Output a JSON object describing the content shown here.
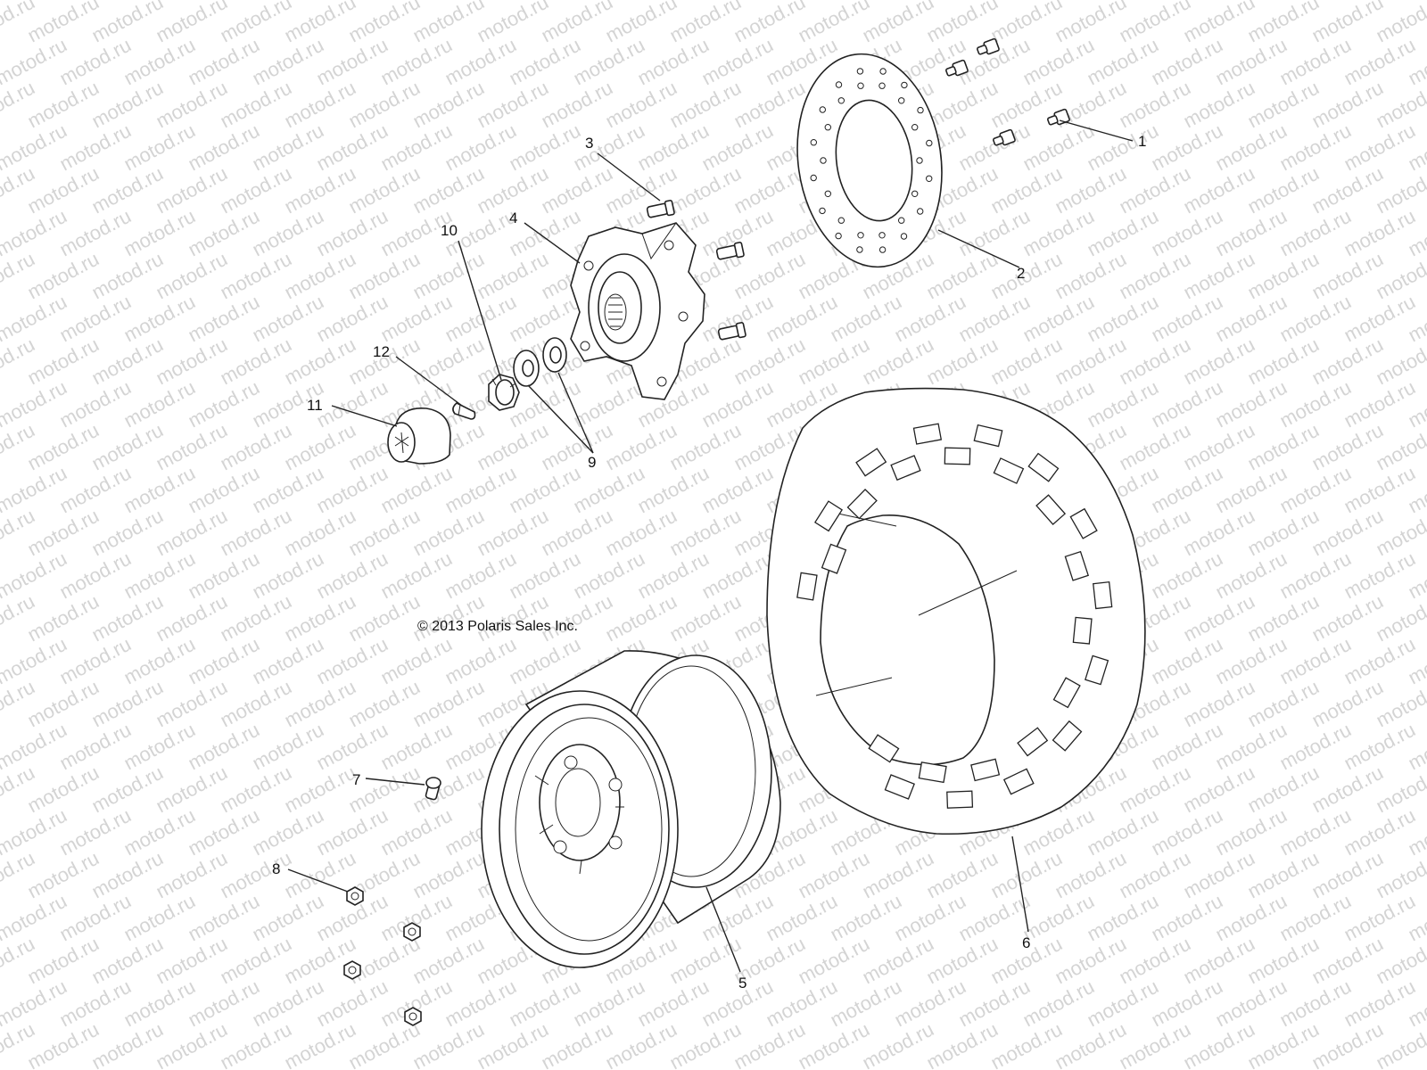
{
  "watermark": "motod.ru",
  "copyright": "© 2013 Polaris Sales Inc.",
  "callouts": [
    {
      "id": "1",
      "label": "1"
    },
    {
      "id": "2",
      "label": "2"
    },
    {
      "id": "3",
      "label": "3"
    },
    {
      "id": "4",
      "label": "4"
    },
    {
      "id": "5",
      "label": "5"
    },
    {
      "id": "6",
      "label": "6"
    },
    {
      "id": "7",
      "label": "7"
    },
    {
      "id": "8",
      "label": "8"
    },
    {
      "id": "9",
      "label": "9"
    },
    {
      "id": "10",
      "label": "10"
    },
    {
      "id": "11",
      "label": "11"
    },
    {
      "id": "12",
      "label": "12"
    }
  ],
  "parts": [
    {
      "callout": "1",
      "icon": "brake-disc-bolt-icon"
    },
    {
      "callout": "2",
      "icon": "brake-disc-icon"
    },
    {
      "callout": "3",
      "icon": "hub-stud-icon"
    },
    {
      "callout": "4",
      "icon": "wheel-hub-icon"
    },
    {
      "callout": "5",
      "icon": "wheel-rim-icon"
    },
    {
      "callout": "6",
      "icon": "tire-icon"
    },
    {
      "callout": "7",
      "icon": "valve-stem-icon"
    },
    {
      "callout": "8",
      "icon": "lug-nut-icon"
    },
    {
      "callout": "9",
      "icon": "washer-icon"
    },
    {
      "callout": "10",
      "icon": "castle-nut-icon"
    },
    {
      "callout": "11",
      "icon": "hub-cap-icon"
    },
    {
      "callout": "12",
      "icon": "cotter-pin-icon"
    }
  ]
}
